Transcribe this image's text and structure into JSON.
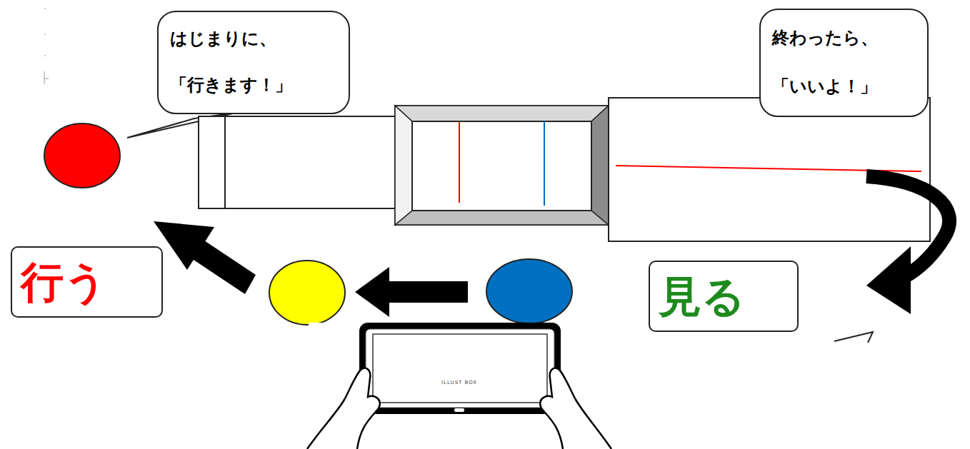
{
  "diagram": {
    "nodes": [
      {
        "text": [
          "はじまりに、",
          "「行きます！」"
        ]
      },
      {
        "text": [
          "終わったら、",
          "「いいよ！」"
        ]
      },
      {
        "text": [
          "行う"
        ]
      },
      {
        "text": [
          "見る"
        ]
      }
    ],
    "labels": [
      "ILLUST BOX"
    ]
  }
}
